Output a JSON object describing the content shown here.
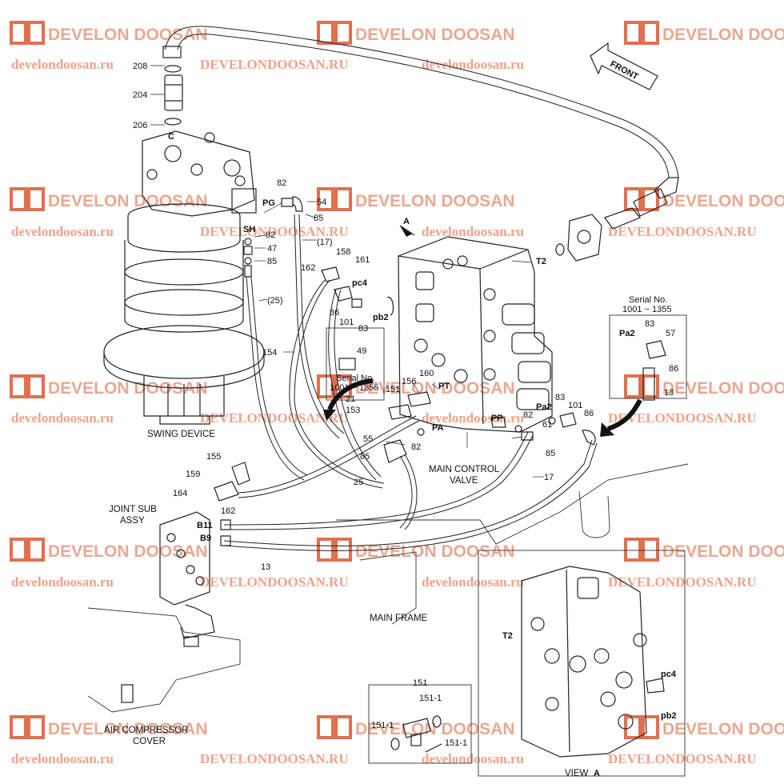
{
  "watermark": {
    "brand": "DEVELON DOOSAN",
    "url_lower": "develondoosan.ru",
    "url_upper": "DEVELONDOOSAN.RU",
    "logo_color": "#e07050"
  },
  "front_label": "FRONT",
  "captions": {
    "swing_device": "SWING DEVICE",
    "joint_sub_1": "JOINT SUB",
    "joint_sub_2": "ASSY",
    "main_cv_1": "MAIN CONTROL",
    "main_cv_2": "VALVE",
    "main_frame": "MAIN FRAME",
    "air_comp_1": "AIR COMPRESSOR",
    "air_comp_2": "COVER",
    "view_a": "VIEW",
    "view_a_letter": "A",
    "arrow_a": "A"
  },
  "serial_notes": {
    "left_1": "Serial No.",
    "left_2": "1001 ~ 1355",
    "right_1": "Serial No.",
    "right_2": "1001 ~ 1355"
  },
  "port_labels": {
    "C": "C",
    "PG": "PG",
    "SH": "SH",
    "pc4": "pc4",
    "pb2": "pb2",
    "PT": "PT",
    "PA": "PA",
    "PP": "PP",
    "Pa2": "Pa2",
    "Pa2_inset": "Pa2",
    "T2": "T2",
    "B11": "B11",
    "B9": "B9",
    "T2_view": "T2",
    "pc4_view": "pc4",
    "pb2_view": "pb2"
  },
  "part_numbers": {
    "n208": "208",
    "n204": "204",
    "n206": "206",
    "n82a": "82",
    "n54": "54",
    "n85a": "85",
    "n82b": "82",
    "n47": "47",
    "n85b": "85",
    "n17a": "(17)",
    "n25a": "(25)",
    "n154": "154",
    "n162a": "162",
    "n158": "158",
    "n161": "161",
    "n86a": "86",
    "n101a": "101",
    "n83a": "83",
    "n49": "49",
    "n160": "160",
    "n156": "156",
    "n151": "151",
    "n21": "21",
    "n153": "153",
    "n55": "55",
    "n85c": "85",
    "n25b": "25",
    "n82c": "82",
    "n82d": "82",
    "n61": "61",
    "n85d": "85",
    "n17b": "17",
    "n83b": "83",
    "n101b": "101",
    "n86b": "86",
    "n83c": "83",
    "n57": "57",
    "n86c": "86",
    "n13a": "13",
    "n155": "155",
    "n159": "159",
    "n164": "164",
    "n162b": "162",
    "n13b": "13",
    "d151": "151",
    "d151_1a": "151-1",
    "d151_1b": "151-1",
    "d151_1c": "151-1"
  }
}
